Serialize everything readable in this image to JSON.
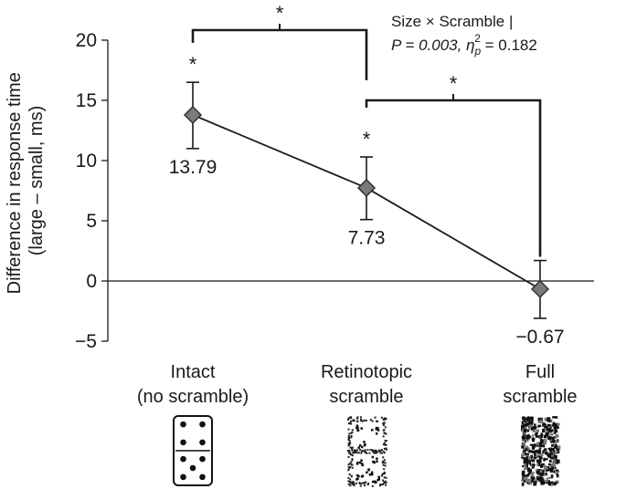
{
  "chart_data": {
    "type": "line",
    "categories": [
      {
        "line1": "Intact",
        "line2": "(no scramble)"
      },
      {
        "line1": "Retinotopic",
        "line2": "scramble"
      },
      {
        "line1": "Full",
        "line2": "scramble"
      }
    ],
    "series": [
      {
        "values": [
          13.79,
          7.73,
          -0.67
        ],
        "error_low": [
          11.0,
          5.1,
          -3.1
        ],
        "error_high": [
          16.5,
          10.3,
          1.7
        ],
        "data_labels": [
          "13.79",
          "7.73",
          "−0.67"
        ],
        "point_significance": [
          "*",
          "*",
          ""
        ]
      }
    ],
    "ylabel_line1": "Difference in response time",
    "ylabel_line2": "(large – small, ms)",
    "ylim": [
      -5,
      20
    ],
    "yticks": [
      -5,
      0,
      5,
      10,
      15,
      20
    ],
    "ytick_labels": [
      "−5",
      "0",
      "5",
      "10",
      "15",
      "20"
    ],
    "grid": false,
    "legend": "none",
    "colors": {
      "marker": "#7a7a7a",
      "line": "#1a1a1a"
    },
    "comparisons": [
      {
        "from": 0,
        "to": 1,
        "label": "*"
      },
      {
        "from": 1,
        "to": 2,
        "label": "*"
      }
    ],
    "annotation": {
      "line1": "Size × Scramble |",
      "line2_prefix": "P = 0.003, ",
      "eta_symbol": "η",
      "eta_sup": "2",
      "eta_sub": "p",
      "line2_suffix": " = 0.182"
    },
    "stimuli_icons": [
      "domino-intact-icon",
      "domino-retinotopic-scramble-icon",
      "domino-full-scramble-icon"
    ]
  }
}
